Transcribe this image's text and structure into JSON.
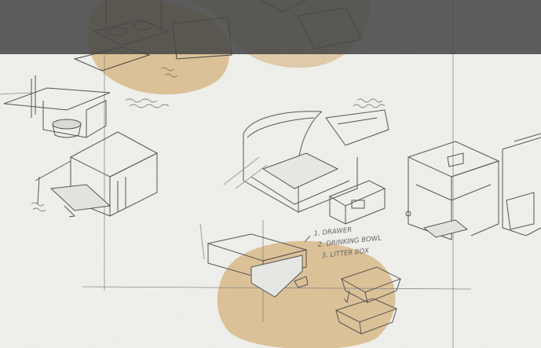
{
  "image": {
    "kind": "pencil concept sketches of pet furniture",
    "paper_color": "#efefec",
    "accent_color": "#d7b988",
    "pencil_color": "#555555",
    "overlay_color": "#4a4a4a"
  },
  "annotations": {
    "drawer_list": {
      "line1": "1. DRAWER",
      "line2": "2. DRINKING BOWL",
      "line3": "3. LITTER BOX"
    }
  }
}
